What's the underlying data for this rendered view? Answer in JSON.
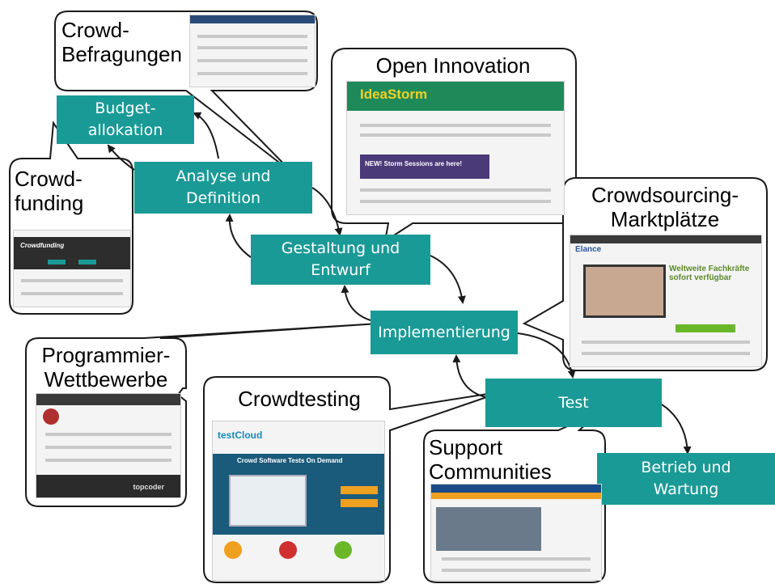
{
  "colors": {
    "box": "#1a9a96",
    "arrow": "#1a1a1a",
    "callout_border": "#1a1a1a"
  },
  "boxes": {
    "budget": "Budget-\nallokation",
    "analyse": "Analyse und\nDefinition",
    "gestaltung": "Gestaltung und\nEntwurf",
    "implementierung": "Implementierung",
    "test": "Test",
    "betrieb": "Betrieb und\nWartung"
  },
  "callouts": {
    "befragungen": "Crowd-\nBefragungen",
    "open_innovation": "Open Innovation",
    "crowdfunding": "Crowd-\nfunding",
    "marktplaetze": "Crowdsourcing-\nMarktplätze",
    "programmier": "Programmier-\nWettbewerbe",
    "crowdtesting": "Crowdtesting",
    "support": "Support\nCommunities"
  },
  "screenshots": {
    "ideastorm_logo": "IdeaStorm",
    "ideastorm_banner": "NEW! Storm Sessions are here!",
    "elance_logo": "Elance",
    "elance_headline": "Weltweite Fachkräfte\nsofort verfügbar",
    "testcloud_logo": "testCloud",
    "testcloud_headline": "Crowd Software Tests On Demand",
    "topcoder_logo": "topcoder",
    "crowdfunding_logo": "Crowdfunding"
  }
}
